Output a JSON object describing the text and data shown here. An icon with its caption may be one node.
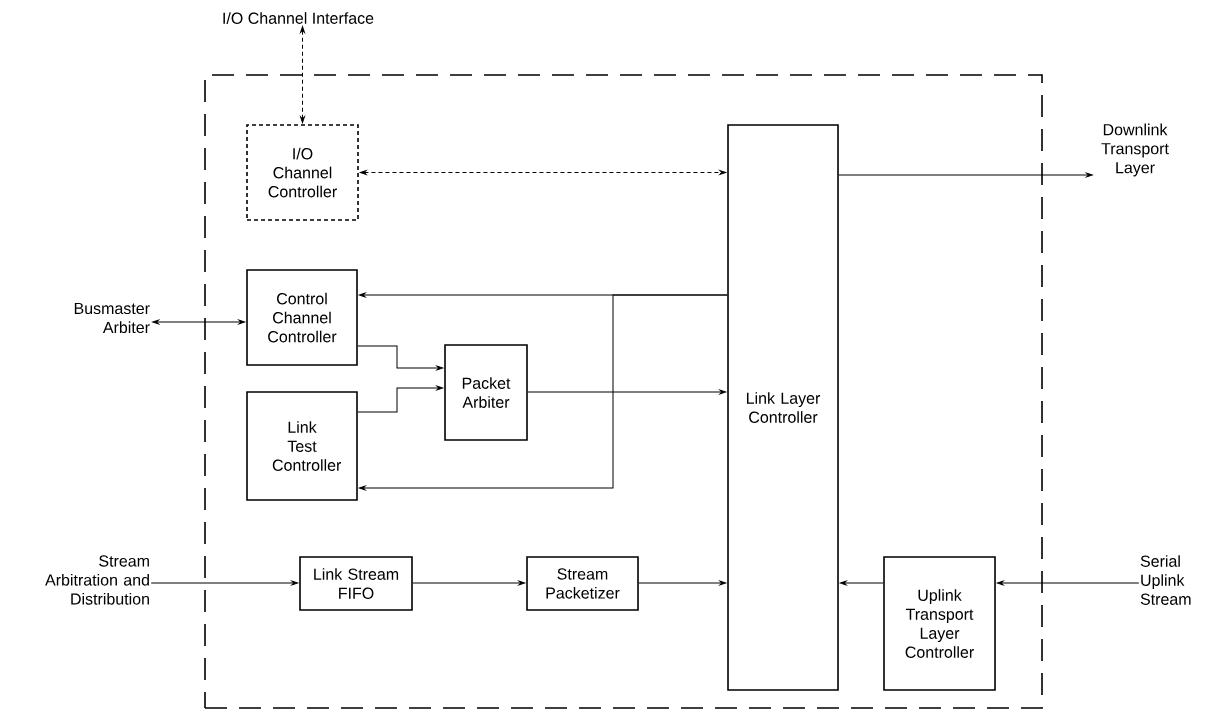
{
  "diagram": {
    "nodes": [
      {
        "text": [],
        "shape": "box"
      },
      {
        "text": [
          "I/O Channel Controller"
        ],
        "in": 0
      },
      {
        "text": [
          "Link Layer Controller"
        ],
        "in": 0
      },
      {
        "text": [
          "Control Channel Controller"
        ],
        "in": 0
      },
      {
        "text": [
          "Packet Arbiter"
        ],
        "in": 0
      },
      {
        "text": [
          "Link Test Controller"
        ],
        "in": 0
      },
      {
        "text": [
          "Link Stream FIFO"
        ],
        "in": 0
      },
      {
        "text": [
          "Stream Packetizer"
        ],
        "in": 0
      },
      {
        "text": [
          "Uplink Transport Layer Controller"
        ],
        "in": 0
      },
      {
        "text": [
          "I/O Channel Interface"
        ]
      },
      {
        "text": [
          "Downlink Transport Layer"
        ]
      },
      {
        "text": [
          "Busmaster Arbiter"
        ]
      },
      {
        "text": [
          "Stream Arbitration and Distribution"
        ]
      },
      {
        "text": [
          "Serial Uplink Stream"
        ]
      }
    ],
    "edges": [
      {
        "from": 9,
        "to": 1,
        "arrow": "both",
        "style": "dashed"
      },
      {
        "from": 1,
        "to": 2,
        "arrow": "both",
        "style": "dashed"
      },
      {
        "from": 2,
        "to": 10,
        "arrow": "to"
      },
      {
        "from": 11,
        "to": 3,
        "arrow": "both"
      },
      {
        "from": 2,
        "to": 3,
        "arrow": "to"
      },
      {
        "from": 2,
        "to": 5,
        "arrow": "to"
      },
      {
        "from": 3,
        "to": 4,
        "arrow": "to"
      },
      {
        "from": 5,
        "to": 4,
        "arrow": "to"
      },
      {
        "from": 4,
        "to": 2,
        "arrow": "to"
      },
      {
        "from": 12,
        "to": 6,
        "arrow": "to"
      },
      {
        "from": 6,
        "to": 7,
        "arrow": "to"
      },
      {
        "from": 7,
        "to": 2,
        "arrow": "to"
      },
      {
        "from": 13,
        "to": 8,
        "arrow": "to"
      },
      {
        "from": 8,
        "to": 2,
        "arrow": "to"
      }
    ]
  }
}
